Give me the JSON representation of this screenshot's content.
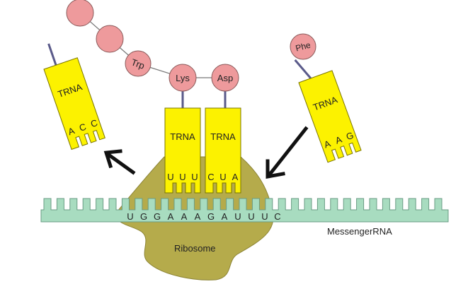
{
  "amino_acids": [
    "",
    "",
    "Trp",
    "Lys",
    "Asp",
    "Phe"
  ],
  "trna_label": "TRNA",
  "trnas": [
    {
      "codon": [
        "A",
        "C",
        "C"
      ]
    },
    {
      "codon": [
        "U",
        "U",
        "U"
      ]
    },
    {
      "codon": [
        "C",
        "U",
        "A"
      ]
    },
    {
      "codon": [
        "A",
        "A",
        "G"
      ]
    }
  ],
  "mrna_sequence": [
    "U",
    "G",
    "G",
    "A",
    "A",
    "A",
    "G",
    "A",
    "U",
    "U",
    "U",
    "C"
  ],
  "labels": {
    "ribosome": "Ribosome",
    "mrna": "MessengerRNA"
  },
  "colors": {
    "trna": "#fcf200",
    "amino_acid": "#ee9a9c",
    "ribosome": "#b5ab4b",
    "mrna": "#a8dcc0"
  }
}
